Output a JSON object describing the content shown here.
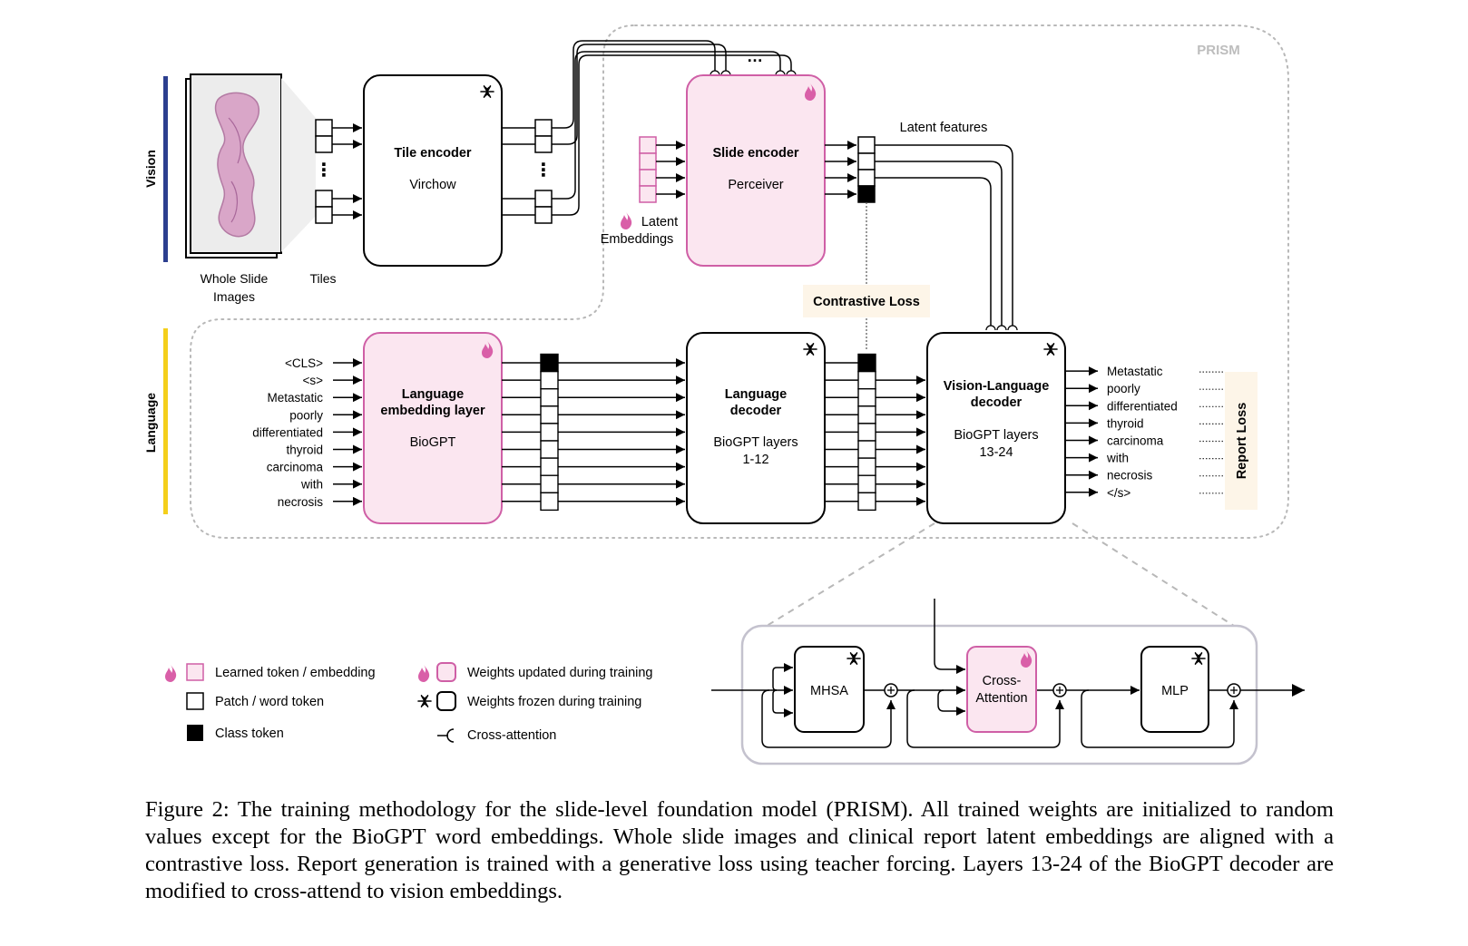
{
  "frame_label": "PRISM",
  "rows": {
    "vision": "Vision",
    "language": "Language"
  },
  "wsi": {
    "label_line1": "Whole Slide",
    "label_line2": "Images"
  },
  "tiles_label": "Tiles",
  "tile_encoder": {
    "title": "Tile encoder",
    "subtitle": "Virchow"
  },
  "slide_encoder": {
    "title": "Slide encoder",
    "subtitle": "Perceiver"
  },
  "latent_embeddings": {
    "line1": "Latent",
    "line2": "Embeddings"
  },
  "latent_features": "Latent features",
  "contrastive_loss": "Contrastive Loss",
  "input_tokens": [
    "<CLS>",
    "<s>",
    "Metastatic",
    "poorly",
    "differentiated",
    "thyroid",
    "carcinoma",
    "with",
    "necrosis"
  ],
  "language_embedding": {
    "title_line1": "Language",
    "title_line2": "embedding layer",
    "subtitle": "BioGPT"
  },
  "language_decoder": {
    "title_line1": "Language",
    "title_line2": "decoder",
    "subtitle_line1": "BioGPT layers",
    "subtitle_line2": "1-12"
  },
  "vl_decoder": {
    "title_line1": "Vision-Language",
    "title_line2": "decoder",
    "subtitle_line1": "BioGPT layers",
    "subtitle_line2": "13-24"
  },
  "output_tokens": [
    "Metastatic",
    "poorly",
    "differentiated",
    "thyroid",
    "carcinoma",
    "with",
    "necrosis",
    "</s>"
  ],
  "report_loss": "Report Loss",
  "detail": {
    "mhsa": "MHSA",
    "cross_line1": "Cross-",
    "cross_line2": "Attention",
    "mlp": "MLP"
  },
  "legend": {
    "learned": "Learned token / embedding",
    "patch": "Patch / word token",
    "class": "Class token",
    "updated": "Weights updated during training",
    "frozen": "Weights frozen during training",
    "cross": "Cross-attention"
  },
  "caption": "Figure 2: The training methodology for the slide-level foundation model (PRISM). All trained weights are initialized to random values except for the BioGPT word embeddings. Whole slide images and clinical report latent embeddings are aligned with a contrastive loss. Report generation is trained with a generative loss using teacher forcing. Layers 13-24 of the BioGPT decoder are modified to cross-attend to vision embeddings.",
  "colors": {
    "pink_fill": "#fbe6f0",
    "pink_border": "#cf5fa6",
    "vision_bar": "#2c3f8f",
    "language_bar": "#f4cf1b",
    "frame": "#b8b8b8",
    "loss_bg": "#fdf5e8",
    "detail_frame": "#c4c2ce"
  }
}
